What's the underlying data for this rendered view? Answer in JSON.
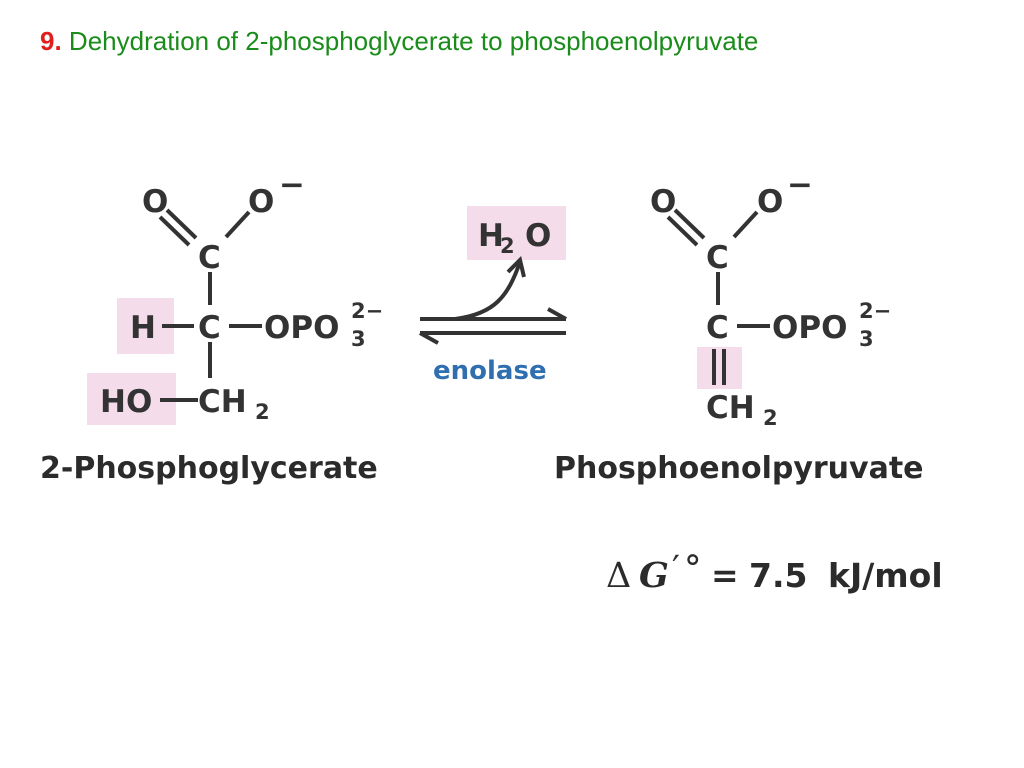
{
  "title": {
    "number": "9.",
    "text": "Dehydration of 2-phosphoglycerate to phosphoenolpyruvate"
  },
  "reactant": {
    "name": "2-Phosphoglycerate",
    "oxo": "O",
    "oxygen": "O",
    "charge_minus": "−",
    "carboxyl_carbon": "C",
    "h": "H",
    "center_carbon": "C",
    "phosphate_main": "OPO",
    "phosphate_sub": "3",
    "phosphate_charge": "2−",
    "hydroxyl": "HO",
    "ch": "CH",
    "ch_sub": "2"
  },
  "product": {
    "name": "Phosphoenolpyruvate",
    "oxo": "O",
    "oxygen": "O",
    "charge_minus": "−",
    "carboxyl_carbon": "C",
    "center_carbon": "C",
    "phosphate_main": "OPO",
    "phosphate_sub": "3",
    "phosphate_charge": "2−",
    "ch": "CH",
    "ch_sub": "2"
  },
  "reaction": {
    "water_main": "H",
    "water_sub": "2",
    "water_o": "O",
    "enzyme": "enolase"
  },
  "energy": {
    "delta": "Δ",
    "symbol": "G",
    "prime": "′",
    "degree": "°",
    "equals": "=",
    "value": "7.5",
    "unit": "kJ/mol"
  },
  "colors": {
    "number": "#e0201c",
    "title_text": "#1a8c1a",
    "highlight": "#f5dcea",
    "enzyme": "#2f6fb0"
  }
}
